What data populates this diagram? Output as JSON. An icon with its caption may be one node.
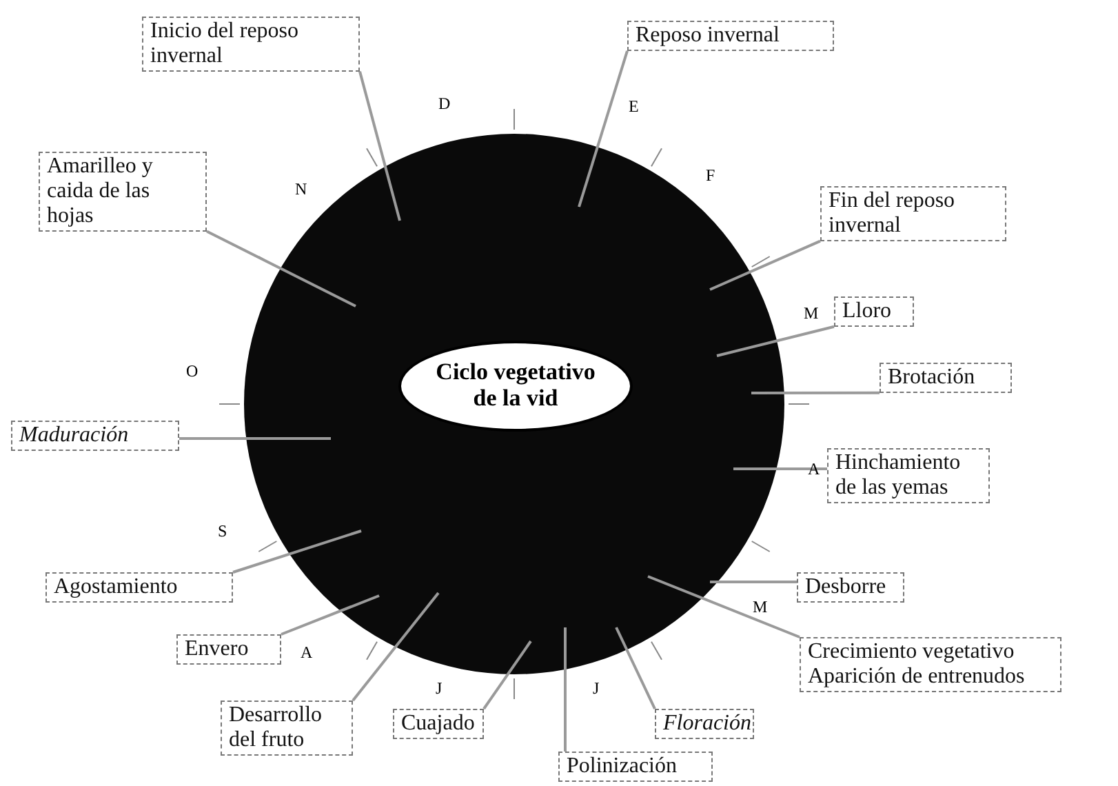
{
  "diagram": {
    "nodes": [
      {
        "text": [],
        "shape": "circle"
      },
      {
        "text": [
          "Ciclo vegetativo de la vid"
        ],
        "in": 0
      },
      {
        "text": [
          "Inicio del reposo invernal"
        ]
      },
      {
        "text": [
          "Reposo invernal"
        ]
      },
      {
        "text": [
          "Amarilleo y caida de las hojas"
        ]
      },
      {
        "text": [
          "Fin del reposo invernal"
        ]
      },
      {
        "text": [
          "Lloro"
        ]
      },
      {
        "text": [
          "Brotación"
        ]
      },
      {
        "text": [
          "Maduración"
        ]
      },
      {
        "text": [
          "Hinchamiento de las yemas"
        ]
      },
      {
        "text": [
          "Agostamiento"
        ]
      },
      {
        "text": [
          "Desborre"
        ]
      },
      {
        "text": [
          "Crecimiento vegetativo Aparición de entrenudos"
        ]
      },
      {
        "text": [
          "Envero"
        ]
      },
      {
        "text": [
          "Desarrollo del fruto"
        ]
      },
      {
        "text": [
          "Cuajado"
        ]
      },
      {
        "text": [
          "Floración"
        ]
      },
      {
        "text": [
          "Polinización"
        ]
      }
    ],
    "edges": [
      {
        "from": 2,
        "to": null,
        "arrow": "none"
      },
      {
        "from": 3,
        "to": null,
        "arrow": "none"
      },
      {
        "from": 4,
        "to": null,
        "arrow": "none"
      },
      {
        "from": 5,
        "to": null,
        "arrow": "none"
      },
      {
        "from": 6,
        "to": null,
        "arrow": "none"
      },
      {
        "from": 7,
        "to": null,
        "arrow": "none"
      },
      {
        "from": 8,
        "to": null,
        "arrow": "none"
      },
      {
        "from": 9,
        "to": null,
        "arrow": "none"
      },
      {
        "from": 10,
        "to": null,
        "arrow": "none"
      },
      {
        "from": 11,
        "to": null,
        "arrow": "none"
      },
      {
        "from": 12,
        "to": null,
        "arrow": "none"
      },
      {
        "from": 13,
        "to": null,
        "arrow": "none"
      },
      {
        "from": 14,
        "to": null,
        "arrow": "none"
      },
      {
        "from": 15,
        "to": null,
        "arrow": "none"
      },
      {
        "from": 16,
        "to": null,
        "arrow": "none"
      },
      {
        "from": 17,
        "to": null,
        "arrow": "none"
      }
    ],
    "labels": [
      "D",
      "E",
      "F",
      "N",
      "M",
      "O",
      "A",
      "S",
      "M",
      "A",
      "J",
      "J"
    ]
  }
}
